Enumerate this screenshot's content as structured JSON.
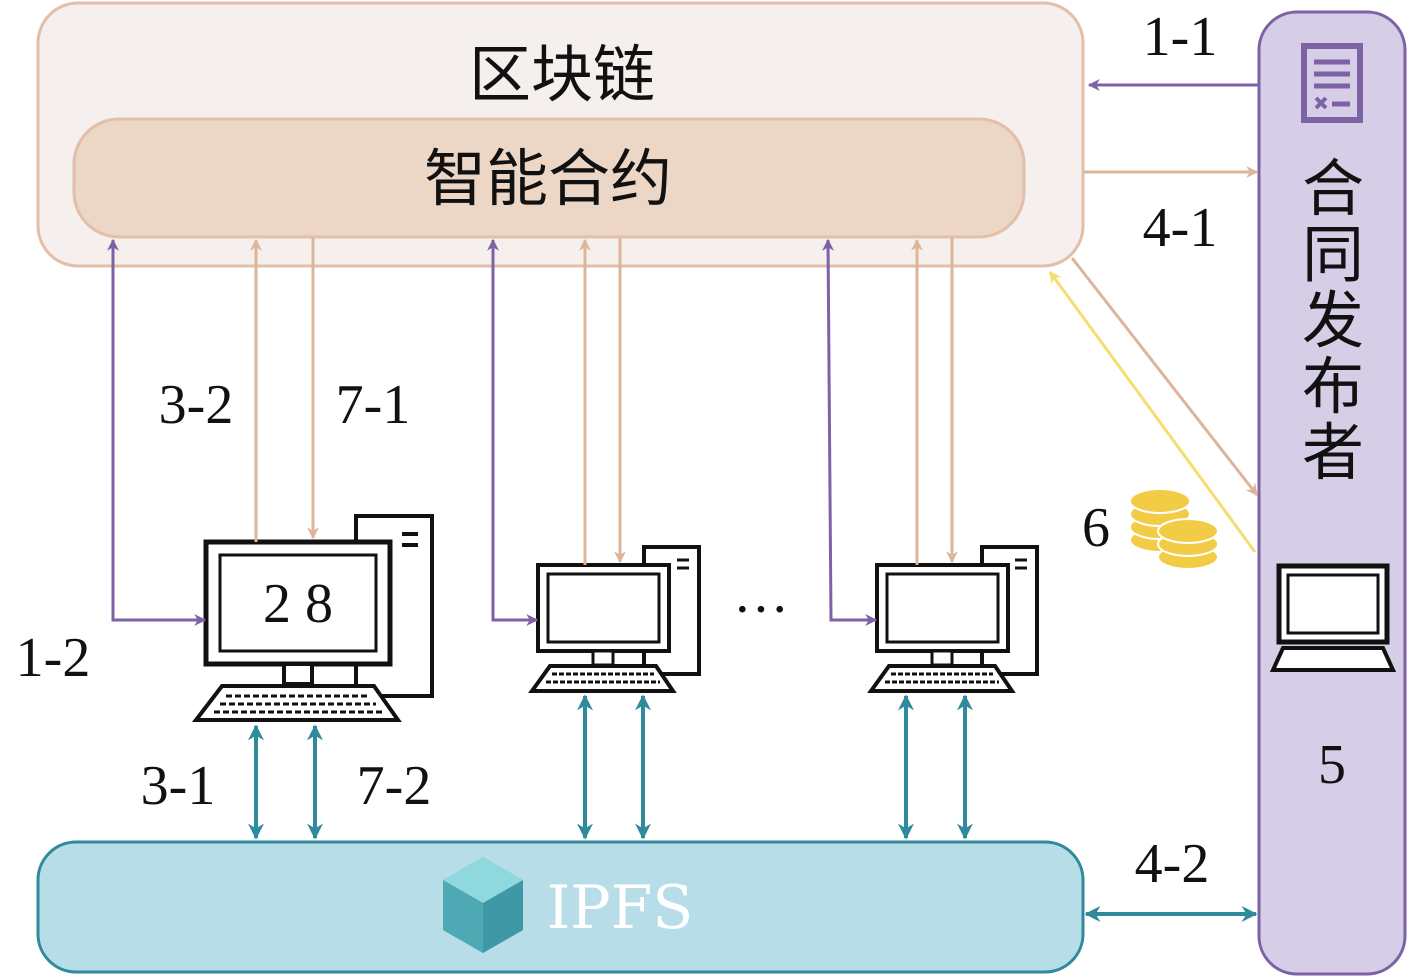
{
  "colors": {
    "purple": "#7d62a6",
    "tan": "#dcb59a",
    "teal": "#2f8a9c",
    "yellow": "#f7dc6f",
    "blockchain_fill": "#f5efee",
    "blockchain_stroke": "#e2bfa6",
    "contract_fill": "#ecd6c6",
    "ipfs_fill": "#b7dde8",
    "publisher_fill": "#d6cde6",
    "coin": "#f3cc45"
  },
  "blockchain": {
    "title": "区块链"
  },
  "smart_contract": {
    "title": "智能合约"
  },
  "ipfs": {
    "label": "IPFS",
    "icon": "ipfs-cube-icon"
  },
  "publisher": {
    "title_chars": [
      "合",
      "同",
      "发",
      "布",
      "者"
    ],
    "step_label": "5",
    "icons": [
      "contract-document-icon",
      "laptop-icon"
    ]
  },
  "nodes": [
    {
      "screen_text": "2 8",
      "icon": "desktop-computer-icon"
    },
    {
      "screen_text": "",
      "icon": "desktop-computer-icon"
    },
    {
      "screen_text": "",
      "icon": "desktop-computer-icon"
    }
  ],
  "ellipsis": "···",
  "steps": {
    "s1_1": "1-1",
    "s1_2": "1-2",
    "s3_1": "3-1",
    "s3_2": "3-2",
    "s4_1": "4-1",
    "s4_2": "4-2",
    "s6": "6",
    "s7_1": "7-1",
    "s7_2": "7-2"
  },
  "coins_icon": "coin-stack-icon"
}
